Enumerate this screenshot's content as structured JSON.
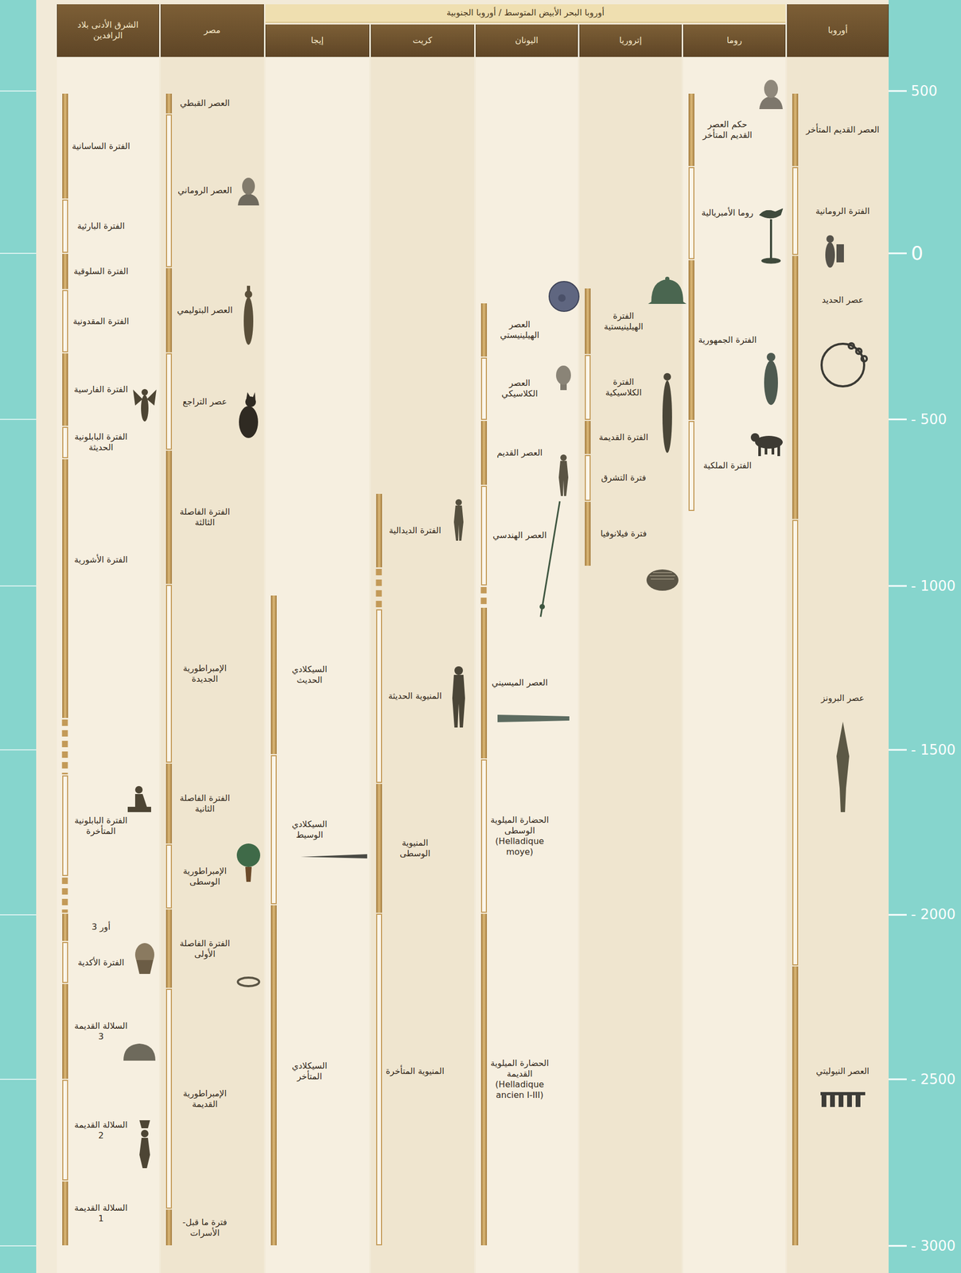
{
  "diagram": {
    "nodes": [
      {
        "text": [
          "أوروبا"
        ]
      },
      {
        "text": [
          "العصر القديم المتأخر"
        ],
        "in": 0
      },
      {
        "text": [
          "الفترة الرومانية"
        ],
        "in": 0
      },
      {
        "text": [
          "عصر الحديد"
        ],
        "in": 0
      },
      {
        "text": [
          "عصر البرونز"
        ],
        "in": 0
      },
      {
        "text": [
          "العصر النيوليتي"
        ],
        "in": 0
      },
      {
        "text": [
          "أوروبا البحر الأبيض المتوسط / أوروبا الجنوبية"
        ]
      },
      {
        "text": [
          "روما"
        ],
        "in": 6
      },
      {
        "text": [
          "حكم العصر القديم المتأخر"
        ],
        "in": 7
      },
      {
        "text": [
          "روما الأمبريالية"
        ],
        "in": 7
      },
      {
        "text": [
          "الفترة الجمهورية"
        ],
        "in": 7
      },
      {
        "text": [
          "الفترة الملكية"
        ],
        "in": 7
      },
      {
        "text": [
          "إتروريا"
        ],
        "in": 6
      },
      {
        "text": [
          "الفترة الهيلينيستية"
        ],
        "in": 12
      },
      {
        "text": [
          "الفترة الكلاسيكية"
        ],
        "in": 12
      },
      {
        "text": [
          "الفترة القديمة"
        ],
        "in": 12
      },
      {
        "text": [
          "فترة التشرق"
        ],
        "in": 12
      },
      {
        "text": [
          "فترة فيلانوفيا"
        ],
        "in": 12
      },
      {
        "text": [
          "اليونان"
        ],
        "in": 6
      },
      {
        "text": [
          "العصر الهيلينيستي"
        ],
        "in": 18
      },
      {
        "text": [
          "العصر الكلاسيكي"
        ],
        "in": 18
      },
      {
        "text": [
          "العصر القديم"
        ],
        "in": 18
      },
      {
        "text": [
          "العصر الهندسي"
        ],
        "in": 18
      },
      {
        "text": [
          "العصر الميسيني"
        ],
        "in": 18
      },
      {
        "text": [
          "الحضارة الميلوية الوسطى",
          "(Helladique moye)"
        ],
        "in": 18
      },
      {
        "text": [
          "الحضارة الميلوية القديمة",
          "(Helladique ancien I-III)"
        ],
        "in": 18
      },
      {
        "text": [
          "كريت"
        ],
        "in": 6
      },
      {
        "text": [
          "الفترة الديدالية"
        ],
        "in": 26
      },
      {
        "text": [
          "المنيوية الحديثة"
        ],
        "in": 26
      },
      {
        "text": [
          "المنيوية الوسطى"
        ],
        "in": 26
      },
      {
        "text": [
          "المنيوية المتأخرة"
        ],
        "in": 26
      },
      {
        "text": [
          "إيجا"
        ],
        "in": 6
      },
      {
        "text": [
          "السيكلادي الحديث"
        ],
        "in": 31
      },
      {
        "text": [
          "السيكلادي الوسيط"
        ],
        "in": 31
      },
      {
        "text": [
          "السيكلادي المتأخر"
        ],
        "in": 31
      },
      {
        "text": [
          "مصر"
        ]
      },
      {
        "text": [
          "العصر القبطي"
        ],
        "in": 35
      },
      {
        "text": [
          "العصر الروماني"
        ],
        "in": 35
      },
      {
        "text": [
          "العصر البتوليمي"
        ],
        "in": 35
      },
      {
        "text": [
          "عصر التراجع"
        ],
        "in": 35
      },
      {
        "text": [
          "الفترة الفاصلة الثالثة"
        ],
        "in": 35
      },
      {
        "text": [
          "الإمبراطورية الجديدة"
        ],
        "in": 35
      },
      {
        "text": [
          "الفترة الفاصلة الثانية"
        ],
        "in": 35
      },
      {
        "text": [
          "الإمبراطورية الوسطى"
        ],
        "in": 35
      },
      {
        "text": [
          "الفترة الفاصلة الأولى"
        ],
        "in": 35
      },
      {
        "text": [
          "الإمبراطورية القديمة"
        ],
        "in": 35
      },
      {
        "text": [
          "فترة ما قبل- الأسرات"
        ],
        "in": 35
      },
      {
        "text": [
          "الشرق الأدنى بلاد الرافدين"
        ]
      },
      {
        "text": [
          "الفترة الساسانية"
        ],
        "in": 47
      },
      {
        "text": [
          "الفترة البارثية"
        ],
        "in": 47
      },
      {
        "text": [
          "الفترة السلوقية"
        ],
        "in": 47
      },
      {
        "text": [
          "الفترة المقدونية"
        ],
        "in": 47
      },
      {
        "text": [
          "الفترة الفارسية"
        ],
        "in": 47
      },
      {
        "text": [
          "الفترة البابلونية الحديثة"
        ],
        "in": 47
      },
      {
        "text": [
          "الفترة الأشورية"
        ],
        "in": 47
      },
      {
        "text": [
          "الفترة البابلونية المتأخرة"
        ],
        "in": 47
      },
      {
        "text": [
          "أور 3"
        ],
        "in": 47
      },
      {
        "text": [
          "الفترة الأكدية"
        ],
        "in": 47
      },
      {
        "text": [
          "السلالة القديمة 3"
        ],
        "in": 47
      },
      {
        "text": [
          "السلالة القديمة 2"
        ],
        "in": 47
      },
      {
        "text": [
          "السلالة القديمة 1"
        ],
        "in": 47
      }
    ],
    "labels": [
      "500",
      "0",
      "- 500",
      "- 1000",
      "- 1500",
      "- 2000",
      "- 2500",
      "- 3000"
    ]
  }
}
